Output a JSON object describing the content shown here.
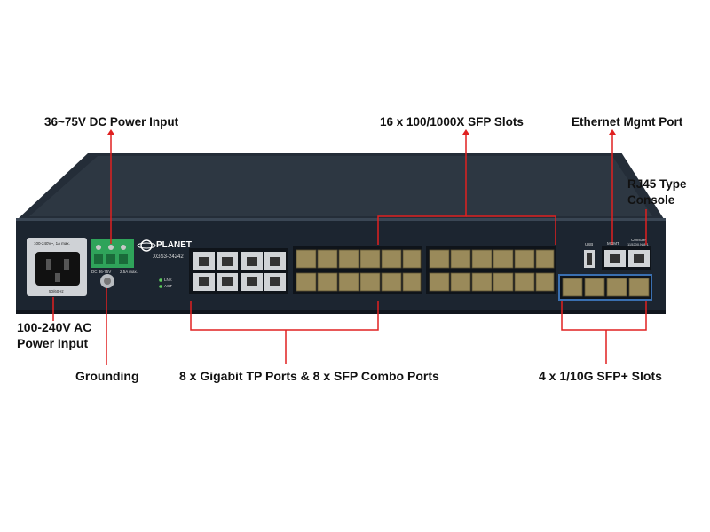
{
  "callouts": {
    "dc_power": "36~75V DC Power Input",
    "sfp_slots": "16 x 100/1000X SFP Slots",
    "mgmt_port": "Ethernet Mgmt Port",
    "console_line1": "RJ45 Type",
    "console_line2": "Console",
    "ac_power_line1": "100-240V AC",
    "ac_power_line2": "Power Input",
    "grounding": "Grounding",
    "combo_ports": "8 x Gigabit TP Ports & 8 x SFP Combo Ports",
    "sfp_plus": "4 x 1/10G SFP+ Slots"
  },
  "device": {
    "brand": "PLANET",
    "model": "XGS3-24242",
    "ac_rating": "100-240V~, 1A max.",
    "ac_freq": "50/60Hz",
    "dc_rating": "2.5A max.",
    "dc_label": "DC 36-75V",
    "usb_label": "USB",
    "mgmt_label": "MGMT",
    "console_label": "Console",
    "console_sub": "115200,N,8,1",
    "led_link": "LNK",
    "led_act": "ACT"
  },
  "colors": {
    "callout_line": "#e02020",
    "chassis": "#1c2530",
    "chassis_top": "#2b3440",
    "sfp_plus_frame": "#3a6fb0"
  }
}
